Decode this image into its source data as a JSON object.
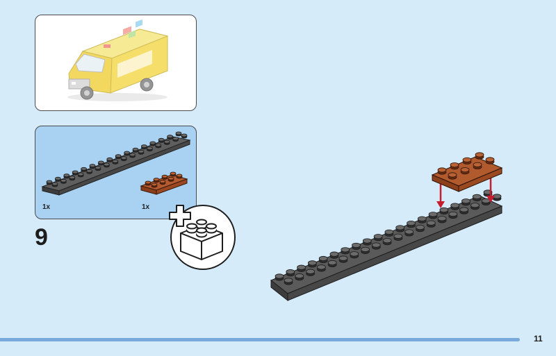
{
  "page": {
    "page_number": "11",
    "step_number": "9"
  },
  "model_preview": {
    "icon": "yellow-food-van-icon"
  },
  "parts_list": [
    {
      "quantity": "1x",
      "part": "dark-gray-long-plate-icon",
      "color": "#4b4b4b"
    },
    {
      "quantity": "1x",
      "part": "reddish-brown-plate-2x4-icon",
      "color": "#a4502a"
    }
  ],
  "callout": {
    "icon": "add-new-brick-icon"
  },
  "assembly": {
    "arrow_color": "#c41d2e"
  },
  "colors": {
    "background": "#d6ebfa",
    "parts_panel": "#a9d1f1",
    "footer_bar": "#7aa9dc"
  }
}
